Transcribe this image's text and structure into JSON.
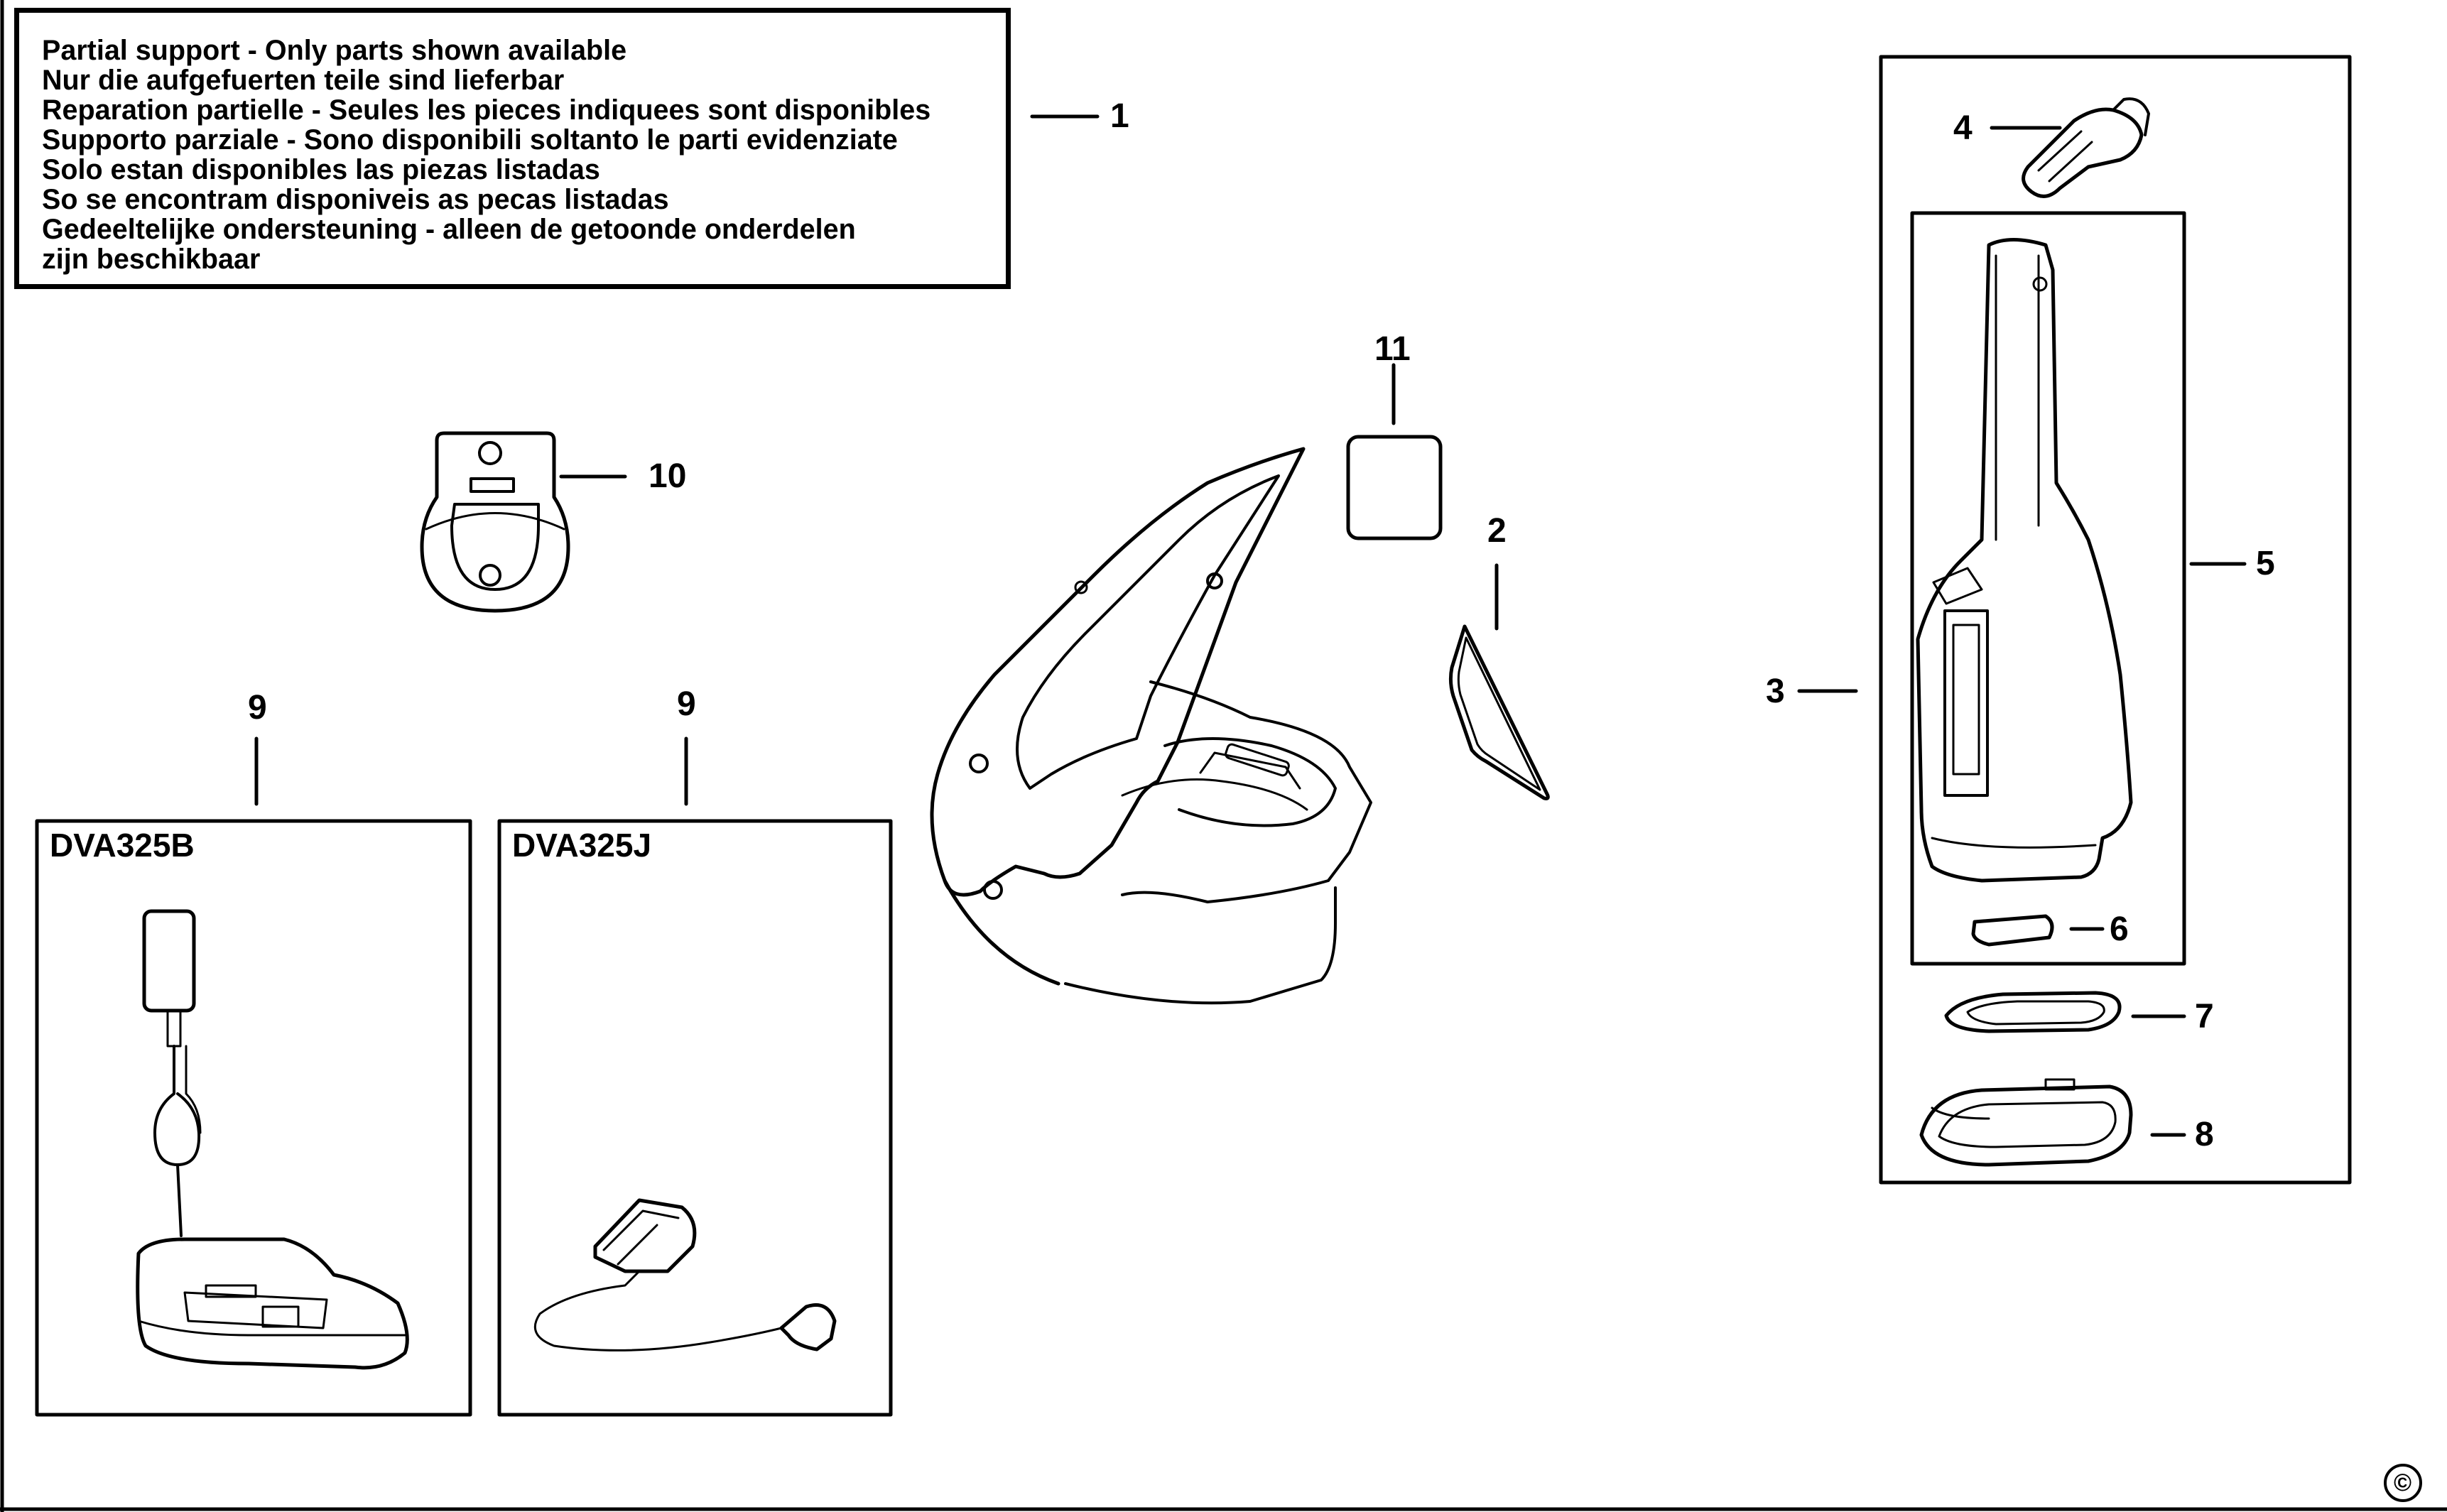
{
  "notice": {
    "lines": [
      "Partial support - Only parts shown available",
      "Nur die aufgefuerten teile sind lieferbar",
      "Reparation partielle - Seules les pieces indiquees sont disponibles",
      "Supporto parziale - Sono disponibili soltanto le parti evidenziate",
      "Solo estan disponibles las piezas listadas",
      "So se encontram disponiveis as pecas listadas",
      "Gedeeltelijke ondersteuning - alleen de getoonde onderdelen",
      "zijn beschikbaar"
    ]
  },
  "callouts": {
    "c1": "1",
    "c2": "2",
    "c3": "3",
    "c4": "4",
    "c5": "5",
    "c6": "6",
    "c7": "7",
    "c8": "8",
    "c9a": "9",
    "c9b": "9",
    "c10": "10",
    "c11": "11"
  },
  "models": {
    "left": "DVA325B",
    "right": "DVA325J"
  },
  "copyright_symbol": "©"
}
